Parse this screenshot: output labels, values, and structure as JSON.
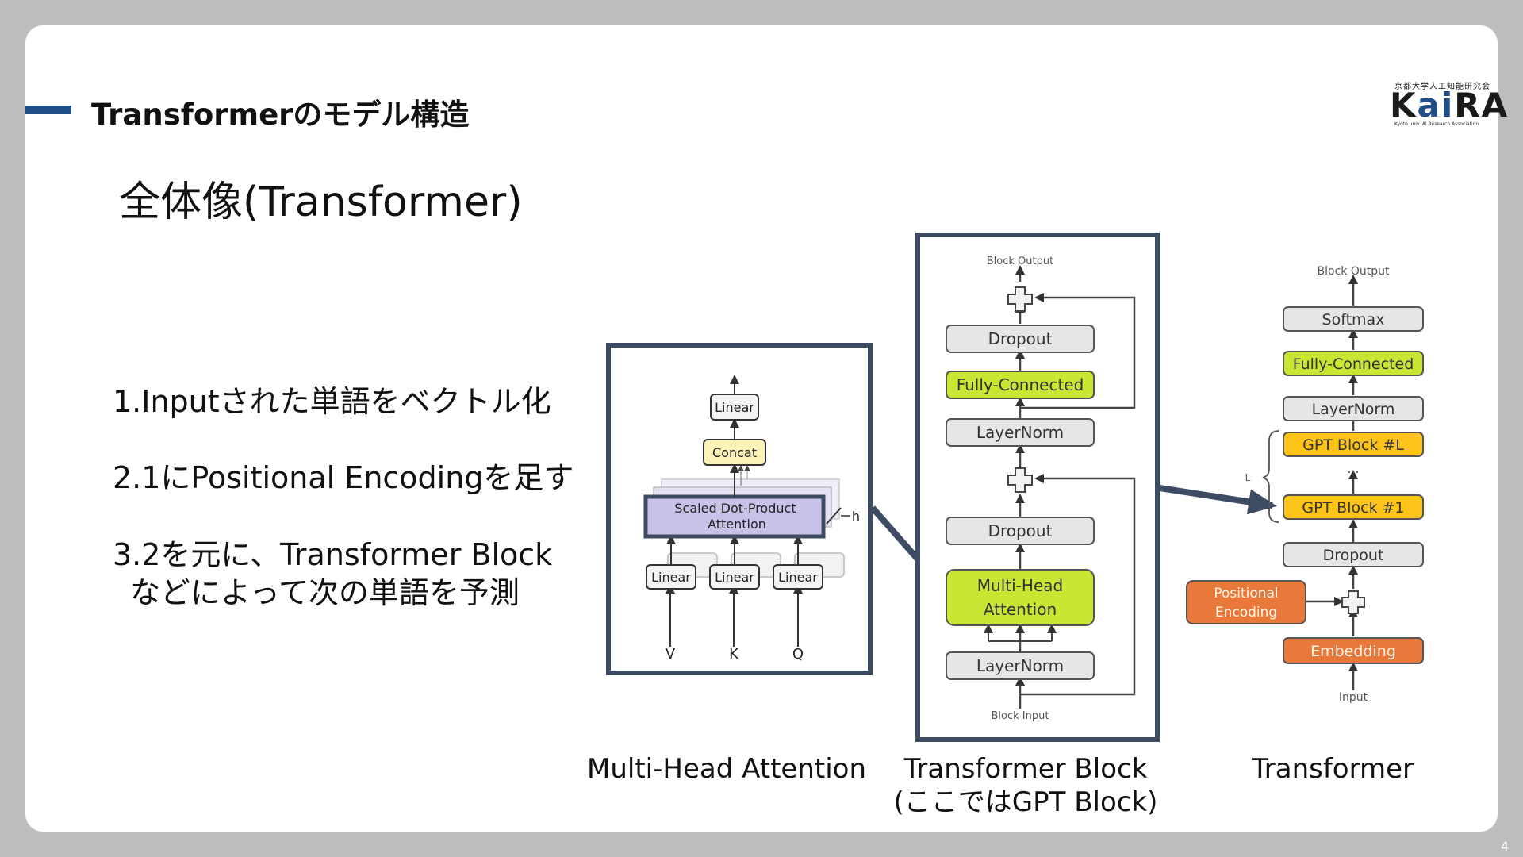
{
  "slide": {
    "title": "Transformerのモデル構造",
    "heading": "全体像(Transformer)",
    "steps": [
      "1.Inputされた単語をベクトル化",
      "2.1にPositional Encodingを足す",
      "3.2を元に、Transformer Block",
      "などによって次の単語を予測"
    ],
    "page_number": "4",
    "accent_color": "#1f4e86"
  },
  "logo": {
    "jp": "京都大学人工知能研究会",
    "main_a": "K",
    "main_ai": "ai",
    "main_b": "RA",
    "sub": "Kyoto univ. AI Research Association"
  },
  "captions": {
    "mha": "Multi-Head Attention",
    "block_line1": "Transformer Block",
    "block_line2": "(ここではGPT Block)",
    "transformer": "Transformer"
  },
  "mha": {
    "linear_top": "Linear",
    "concat": "Concat",
    "sdpa_line1": "Scaled Dot-Product",
    "sdpa_line2": "Attention",
    "h": "h",
    "linears": [
      "Linear",
      "Linear",
      "Linear"
    ],
    "inputs": [
      "V",
      "K",
      "Q"
    ]
  },
  "block": {
    "output": "Block Output",
    "input": "Block Input",
    "dropout_top": "Dropout",
    "fc": "Fully-Connected",
    "layernorm_top": "LayerNorm",
    "dropout_mid": "Dropout",
    "mha_line1": "Multi-Head",
    "mha_line2": "Attention",
    "layernorm_bottom": "LayerNorm"
  },
  "transformer": {
    "output": "Block Output",
    "softmax": "Softmax",
    "fc": "Fully-Connected",
    "layernorm": "LayerNorm",
    "gpt_last": "GPT Block #L",
    "dots": "...",
    "L": "L",
    "gpt_first": "GPT Block #1",
    "dropout": "Dropout",
    "pos_line1": "Positional",
    "pos_line2": "Encoding",
    "embedding": "Embedding",
    "input": "Input"
  },
  "colors": {
    "gray_box": "#e6e6e6",
    "green_box": "#c8e632",
    "yellow_box": "#fcc419",
    "orange_box": "#e8793a",
    "concat_box": "#fbf3b5",
    "sdpa_box": "#c9c2e8",
    "frame": "#3d4b63"
  }
}
